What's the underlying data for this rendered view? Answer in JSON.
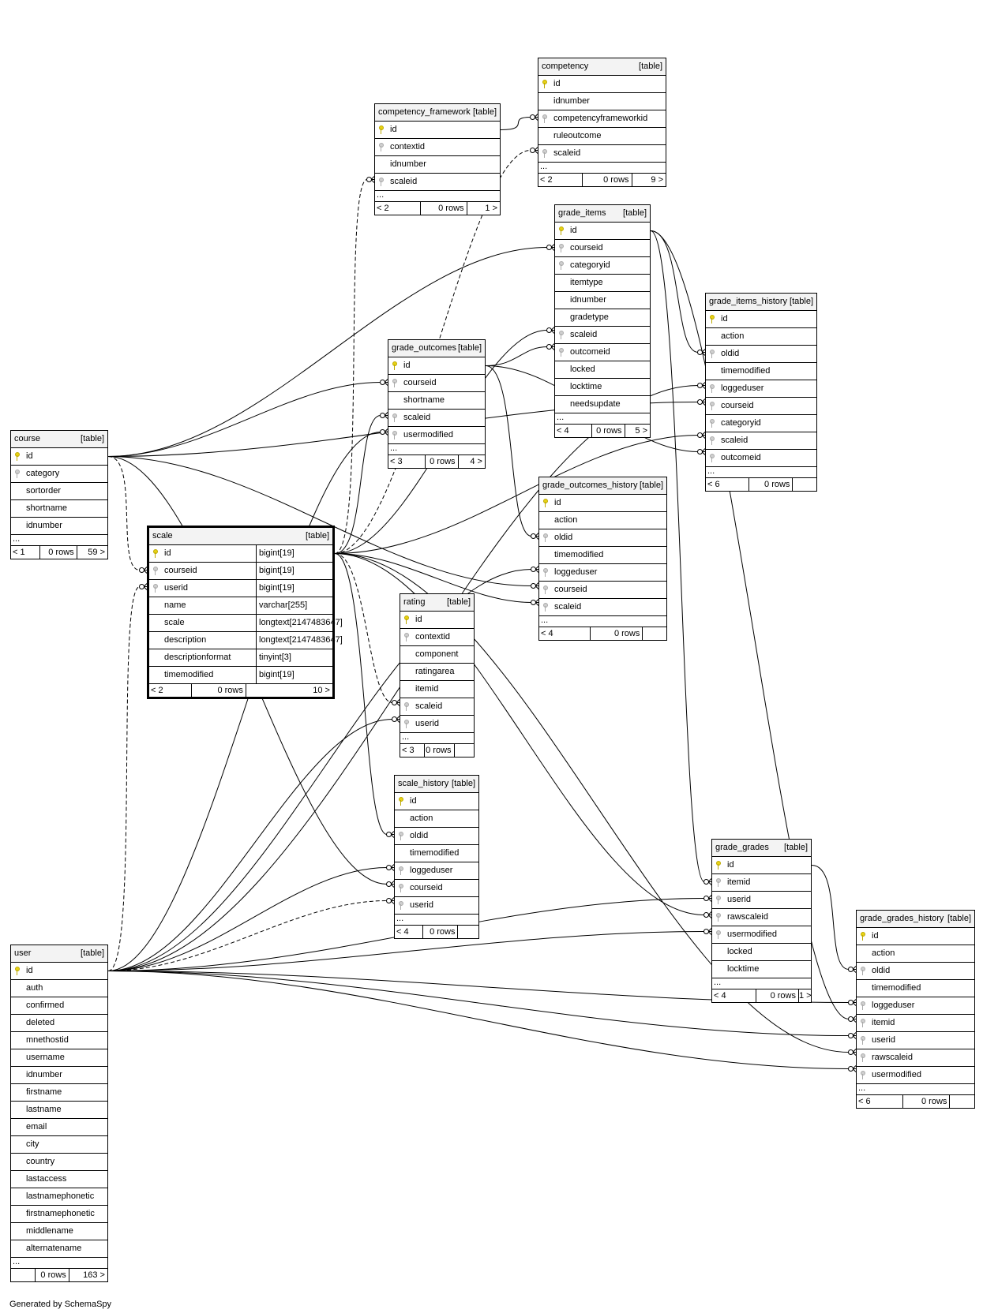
{
  "footer_text": "Generated by SchemaSpy",
  "tables": [
    {
      "key": "course",
      "name": "course",
      "tag": "[table]",
      "columns": [
        {
          "name": "id",
          "key": "pk"
        },
        {
          "name": "category",
          "key": "fk"
        },
        {
          "name": "sortorder"
        },
        {
          "name": "shortname"
        },
        {
          "name": "idnumber"
        }
      ],
      "more": "...",
      "footer": [
        "< 1",
        "0 rows",
        "59 >"
      ]
    },
    {
      "key": "competency_framework",
      "name": "competency_framework",
      "tag": "[table]",
      "columns": [
        {
          "name": "id",
          "key": "pk"
        },
        {
          "name": "contextid",
          "key": "fk"
        },
        {
          "name": "idnumber"
        },
        {
          "name": "scaleid",
          "key": "fk"
        }
      ],
      "more": "...",
      "footer": [
        "< 2",
        "0 rows",
        "1 >"
      ]
    },
    {
      "key": "competency",
      "name": "competency",
      "tag": "[table]",
      "columns": [
        {
          "name": "id",
          "key": "pk"
        },
        {
          "name": "idnumber"
        },
        {
          "name": "competencyframeworkid",
          "key": "fk"
        },
        {
          "name": "ruleoutcome"
        },
        {
          "name": "scaleid",
          "key": "fk"
        }
      ],
      "more": "...",
      "footer": [
        "< 2",
        "0 rows",
        "9 >"
      ]
    },
    {
      "key": "grade_items",
      "name": "grade_items",
      "tag": "[table]",
      "columns": [
        {
          "name": "id",
          "key": "pk"
        },
        {
          "name": "courseid",
          "key": "fk"
        },
        {
          "name": "categoryid",
          "key": "fk"
        },
        {
          "name": "itemtype"
        },
        {
          "name": "idnumber"
        },
        {
          "name": "gradetype"
        },
        {
          "name": "scaleid",
          "key": "fk"
        },
        {
          "name": "outcomeid",
          "key": "fk"
        },
        {
          "name": "locked"
        },
        {
          "name": "locktime"
        },
        {
          "name": "needsupdate"
        }
      ],
      "more": "...",
      "footer": [
        "< 4",
        "0 rows",
        "5 >"
      ]
    },
    {
      "key": "grade_items_history",
      "name": "grade_items_history",
      "tag": "[table]",
      "columns": [
        {
          "name": "id",
          "key": "pk"
        },
        {
          "name": "action"
        },
        {
          "name": "oldid",
          "key": "fk"
        },
        {
          "name": "timemodified"
        },
        {
          "name": "loggeduser",
          "key": "fk"
        },
        {
          "name": "courseid",
          "key": "fk"
        },
        {
          "name": "categoryid",
          "key": "fk"
        },
        {
          "name": "scaleid",
          "key": "fk"
        },
        {
          "name": "outcomeid",
          "key": "fk"
        }
      ],
      "more": "...",
      "footer": [
        "< 6",
        "0 rows",
        ""
      ]
    },
    {
      "key": "grade_outcomes",
      "name": "grade_outcomes",
      "tag": "[table]",
      "columns": [
        {
          "name": "id",
          "key": "pk"
        },
        {
          "name": "courseid",
          "key": "fk"
        },
        {
          "name": "shortname"
        },
        {
          "name": "scaleid",
          "key": "fk"
        },
        {
          "name": "usermodified",
          "key": "fk"
        }
      ],
      "more": "...",
      "footer": [
        "< 3",
        "0 rows",
        "4 >"
      ]
    },
    {
      "key": "grade_outcomes_history",
      "name": "grade_outcomes_history",
      "tag": "[table]",
      "columns": [
        {
          "name": "id",
          "key": "pk"
        },
        {
          "name": "action"
        },
        {
          "name": "oldid",
          "key": "fk"
        },
        {
          "name": "timemodified"
        },
        {
          "name": "loggeduser",
          "key": "fk"
        },
        {
          "name": "courseid",
          "key": "fk"
        },
        {
          "name": "scaleid",
          "key": "fk"
        }
      ],
      "more": "...",
      "footer": [
        "< 4",
        "0 rows",
        ""
      ]
    },
    {
      "key": "scale",
      "name": "scale",
      "tag": "[table]",
      "columns": [
        {
          "name": "id",
          "key": "pk",
          "type": "bigint[19]"
        },
        {
          "name": "courseid",
          "key": "fk",
          "type": "bigint[19]"
        },
        {
          "name": "userid",
          "key": "fk",
          "type": "bigint[19]"
        },
        {
          "name": "name",
          "type": "varchar[255]"
        },
        {
          "name": "scale",
          "type": "longtext[2147483647]"
        },
        {
          "name": "description",
          "type": "longtext[2147483647]"
        },
        {
          "name": "descriptionformat",
          "type": "tinyint[3]"
        },
        {
          "name": "timemodified",
          "type": "bigint[19]"
        }
      ],
      "more": "",
      "footer": [
        "< 2",
        "0 rows",
        "10 >"
      ]
    },
    {
      "key": "rating",
      "name": "rating",
      "tag": "[table]",
      "columns": [
        {
          "name": "id",
          "key": "pk"
        },
        {
          "name": "contextid",
          "key": "fk"
        },
        {
          "name": "component"
        },
        {
          "name": "ratingarea"
        },
        {
          "name": "itemid"
        },
        {
          "name": "scaleid",
          "key": "fk"
        },
        {
          "name": "userid",
          "key": "fk"
        }
      ],
      "more": "...",
      "footer": [
        "< 3",
        "0 rows",
        ""
      ]
    },
    {
      "key": "scale_history",
      "name": "scale_history",
      "tag": "[table]",
      "columns": [
        {
          "name": "id",
          "key": "pk"
        },
        {
          "name": "action"
        },
        {
          "name": "oldid",
          "key": "fk"
        },
        {
          "name": "timemodified"
        },
        {
          "name": "loggeduser",
          "key": "fk"
        },
        {
          "name": "courseid",
          "key": "fk"
        },
        {
          "name": "userid",
          "key": "fk"
        }
      ],
      "more": "...",
      "footer": [
        "< 4",
        "0 rows",
        ""
      ]
    },
    {
      "key": "grade_grades",
      "name": "grade_grades",
      "tag": "[table]",
      "columns": [
        {
          "name": "id",
          "key": "pk"
        },
        {
          "name": "itemid",
          "key": "fk"
        },
        {
          "name": "userid",
          "key": "fk"
        },
        {
          "name": "rawscaleid",
          "key": "fk"
        },
        {
          "name": "usermodified",
          "key": "fk"
        },
        {
          "name": "locked"
        },
        {
          "name": "locktime"
        }
      ],
      "more": "...",
      "footer": [
        "< 4",
        "0 rows",
        "1 >"
      ]
    },
    {
      "key": "grade_grades_history",
      "name": "grade_grades_history",
      "tag": "[table]",
      "columns": [
        {
          "name": "id",
          "key": "pk"
        },
        {
          "name": "action"
        },
        {
          "name": "oldid",
          "key": "fk"
        },
        {
          "name": "timemodified"
        },
        {
          "name": "loggeduser",
          "key": "fk"
        },
        {
          "name": "itemid",
          "key": "fk"
        },
        {
          "name": "userid",
          "key": "fk"
        },
        {
          "name": "rawscaleid",
          "key": "fk"
        },
        {
          "name": "usermodified",
          "key": "fk"
        }
      ],
      "more": "...",
      "footer": [
        "< 6",
        "0 rows",
        ""
      ]
    },
    {
      "key": "user",
      "name": "user",
      "tag": "[table]",
      "columns": [
        {
          "name": "id",
          "key": "pk"
        },
        {
          "name": "auth"
        },
        {
          "name": "confirmed"
        },
        {
          "name": "deleted"
        },
        {
          "name": "mnethostid"
        },
        {
          "name": "username"
        },
        {
          "name": "idnumber"
        },
        {
          "name": "firstname"
        },
        {
          "name": "lastname"
        },
        {
          "name": "email"
        },
        {
          "name": "city"
        },
        {
          "name": "country"
        },
        {
          "name": "lastaccess"
        },
        {
          "name": "lastnamephonetic"
        },
        {
          "name": "firstnamephonetic"
        },
        {
          "name": "middlename"
        },
        {
          "name": "alternatename"
        }
      ],
      "more": "...",
      "footer": [
        "",
        "0 rows",
        "163 >"
      ]
    }
  ],
  "relationships": [
    {
      "from": "course.id",
      "to": "scale.courseid",
      "style": "dashed"
    },
    {
      "from": "course.id",
      "to": "grade_items.courseid",
      "style": "solid"
    },
    {
      "from": "course.id",
      "to": "grade_outcomes.courseid",
      "style": "solid"
    },
    {
      "from": "course.id",
      "to": "grade_outcomes_history.courseid",
      "style": "solid"
    },
    {
      "from": "course.id",
      "to": "grade_items_history.courseid",
      "style": "solid"
    },
    {
      "from": "course.id",
      "to": "scale_history.courseid",
      "style": "solid"
    },
    {
      "from": "scale.id",
      "to": "competency_framework.scaleid",
      "style": "dashed"
    },
    {
      "from": "scale.id",
      "to": "competency.scaleid",
      "style": "dashed"
    },
    {
      "from": "scale.id",
      "to": "grade_items.scaleid",
      "style": "solid"
    },
    {
      "from": "scale.id",
      "to": "grade_outcomes.scaleid",
      "style": "solid"
    },
    {
      "from": "scale.id",
      "to": "grade_outcomes_history.scaleid",
      "style": "solid"
    },
    {
      "from": "scale.id",
      "to": "grade_items_history.scaleid",
      "style": "solid"
    },
    {
      "from": "scale.id",
      "to": "rating.scaleid",
      "style": "dashed"
    },
    {
      "from": "scale.id",
      "to": "scale_history.oldid",
      "style": "solid"
    },
    {
      "from": "scale.id",
      "to": "grade_grades.rawscaleid",
      "style": "solid"
    },
    {
      "from": "scale.id",
      "to": "grade_grades_history.rawscaleid",
      "style": "solid"
    },
    {
      "from": "competency_framework.id",
      "to": "competency.competencyframeworkid",
      "style": "solid"
    },
    {
      "from": "grade_items.id",
      "to": "grade_items_history.oldid",
      "style": "solid"
    },
    {
      "from": "grade_items.id",
      "to": "grade_grades.itemid",
      "style": "solid"
    },
    {
      "from": "grade_items.id",
      "to": "grade_grades_history.itemid",
      "style": "solid"
    },
    {
      "from": "grade_outcomes.id",
      "to": "grade_items.outcomeid",
      "style": "solid"
    },
    {
      "from": "grade_outcomes.id",
      "to": "grade_outcomes_history.oldid",
      "style": "solid"
    },
    {
      "from": "grade_outcomes.id",
      "to": "grade_items_history.outcomeid",
      "style": "solid"
    },
    {
      "from": "grade_grades.id",
      "to": "grade_grades_history.oldid",
      "style": "solid"
    },
    {
      "from": "user.id",
      "to": "scale.userid",
      "style": "dashed"
    },
    {
      "from": "user.id",
      "to": "scale_history.userid",
      "style": "dashed"
    },
    {
      "from": "user.id",
      "to": "grade_outcomes.usermodified",
      "style": "solid"
    },
    {
      "from": "user.id",
      "to": "rating.userid",
      "style": "solid"
    },
    {
      "from": "user.id",
      "to": "scale_history.loggeduser",
      "style": "solid"
    },
    {
      "from": "user.id",
      "to": "grade_outcomes_history.loggeduser",
      "style": "solid"
    },
    {
      "from": "user.id",
      "to": "grade_items_history.loggeduser",
      "style": "solid"
    },
    {
      "from": "user.id",
      "to": "grade_grades.userid",
      "style": "solid"
    },
    {
      "from": "user.id",
      "to": "grade_grades.usermodified",
      "style": "solid"
    },
    {
      "from": "user.id",
      "to": "grade_grades_history.loggeduser",
      "style": "solid"
    },
    {
      "from": "user.id",
      "to": "grade_grades_history.userid",
      "style": "solid"
    },
    {
      "from": "user.id",
      "to": "grade_grades_history.usermodified",
      "style": "solid"
    }
  ]
}
